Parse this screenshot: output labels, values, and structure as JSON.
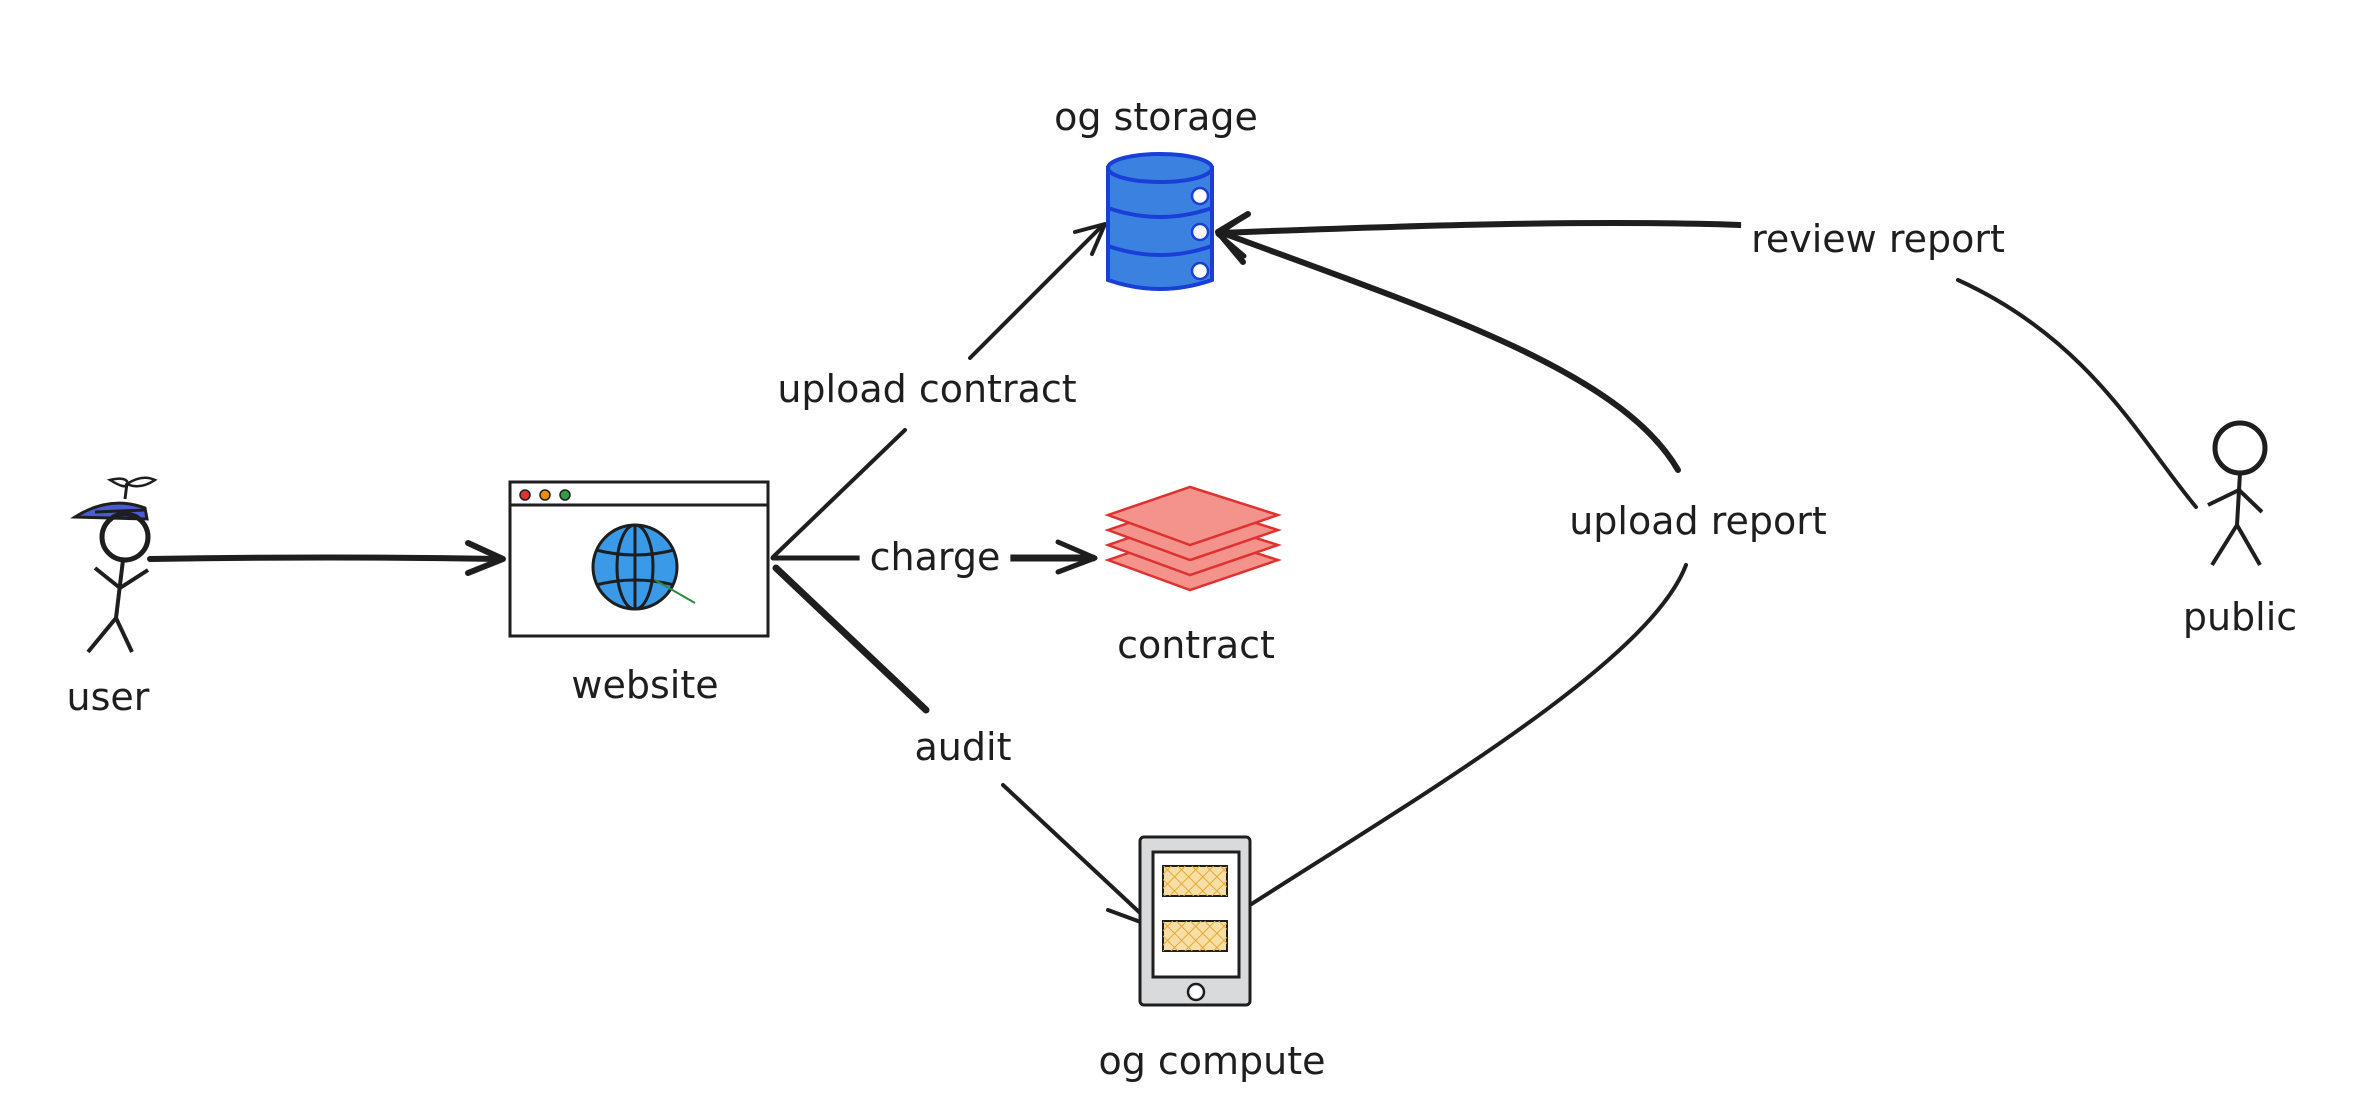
{
  "nodes": {
    "user": {
      "label": "user",
      "icon": "stick-figure-propeller-hat-icon"
    },
    "website": {
      "label": "website",
      "icon": "browser-window-globe-icon"
    },
    "og_storage": {
      "label": "og storage",
      "icon": "database-icon"
    },
    "contract": {
      "label": "contract",
      "icon": "stacked-layers-icon"
    },
    "og_compute": {
      "label": "og compute",
      "icon": "tablet-device-icon"
    },
    "public": {
      "label": "public",
      "icon": "stick-figure-icon"
    }
  },
  "edges": {
    "user_to_website": {
      "label": ""
    },
    "upload_contract": {
      "label": "upload contract"
    },
    "charge": {
      "label": "charge"
    },
    "audit": {
      "label": "audit"
    },
    "upload_report": {
      "label": "upload report"
    },
    "review_report": {
      "label": "review report"
    }
  },
  "colors": {
    "stroke": "#1e1e1e",
    "database_fill": "#3b82e0",
    "database_stroke": "#1a3fd6",
    "contract_fill": "#f4928c",
    "contract_stroke": "#e03131",
    "globe_fill": "#3a9ae8",
    "hat_fill": "#4b5bd8",
    "tablet_fill": "#d9dadc",
    "tablet_card_fill": "#f6dfa6",
    "tablet_card_stroke": "#e8a92c"
  }
}
